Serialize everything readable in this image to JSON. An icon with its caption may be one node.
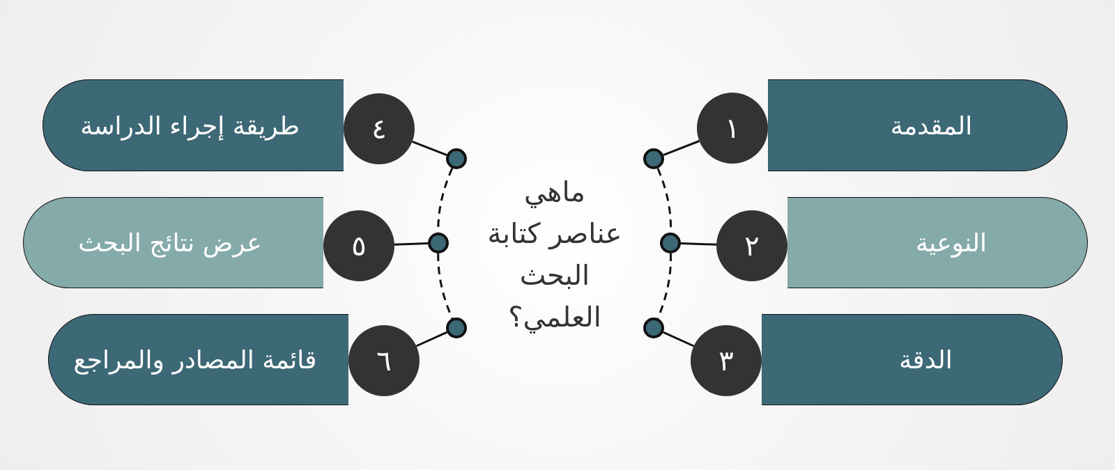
{
  "diagram": {
    "title": "ماهي عناصر كتابة البحث العلمي؟",
    "nodes": [
      {
        "text": [
          "المقدمة"
        ]
      },
      {
        "text": [
          "١"
        ]
      },
      {
        "text": [],
        "shape": "circle"
      },
      {
        "text": [
          "النوعية"
        ]
      },
      {
        "text": [
          "٢"
        ]
      },
      {
        "text": [],
        "shape": "circle"
      },
      {
        "text": [
          "الدقة"
        ]
      },
      {
        "text": [
          "٣"
        ]
      },
      {
        "text": [],
        "shape": "circle"
      },
      {
        "text": [
          "طريقة إجراء الدراسة"
        ]
      },
      {
        "text": [
          "٤"
        ]
      },
      {
        "text": [],
        "shape": "circle"
      },
      {
        "text": [
          "عرض نتائج البحث"
        ]
      },
      {
        "text": [
          "٥"
        ]
      },
      {
        "text": [],
        "shape": "circle"
      },
      {
        "text": [
          "قائمة المصادر والمراجع"
        ]
      },
      {
        "text": [
          "٦"
        ]
      },
      {
        "text": [],
        "shape": "circle"
      }
    ],
    "edges": [
      {
        "from": 1,
        "to": 2,
        "arrow": "none"
      },
      {
        "from": 4,
        "to": 5,
        "arrow": "none"
      },
      {
        "from": 7,
        "to": 8,
        "arrow": "none"
      },
      {
        "from": 10,
        "to": 11,
        "arrow": "none"
      },
      {
        "from": 13,
        "to": 14,
        "arrow": "none"
      },
      {
        "from": 16,
        "to": 17,
        "arrow": "none"
      },
      {
        "from": 2,
        "to": 5,
        "arrow": "none",
        "style": "dashed"
      },
      {
        "from": 5,
        "to": 8,
        "arrow": "none",
        "style": "dashed"
      },
      {
        "from": 11,
        "to": 14,
        "arrow": "none",
        "style": "dashed"
      },
      {
        "from": 14,
        "to": 17,
        "arrow": "none",
        "style": "dashed"
      }
    ]
  }
}
